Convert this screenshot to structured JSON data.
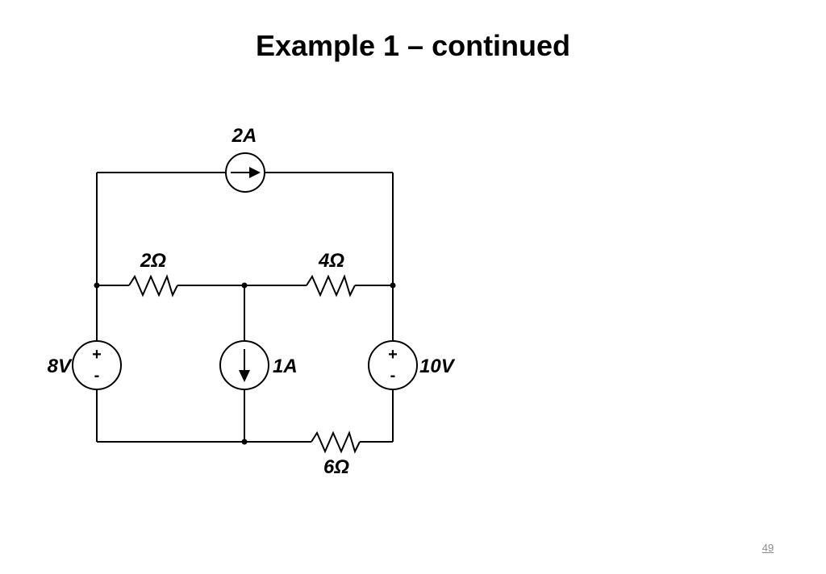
{
  "slide": {
    "title": "Example 1 – continued",
    "page_number": "49"
  },
  "circuit": {
    "current_source_top": {
      "label": "2A",
      "direction": "right"
    },
    "current_source_middle": {
      "label": "1A",
      "direction": "down"
    },
    "voltage_source_left": {
      "label": "8V",
      "plus": "+",
      "minus": "-"
    },
    "voltage_source_right": {
      "label": "10V",
      "plus": "+",
      "minus": "-"
    },
    "resistor_left": {
      "label": "2Ω"
    },
    "resistor_right": {
      "label": "4Ω"
    },
    "resistor_bottom": {
      "label": "6Ω"
    }
  }
}
